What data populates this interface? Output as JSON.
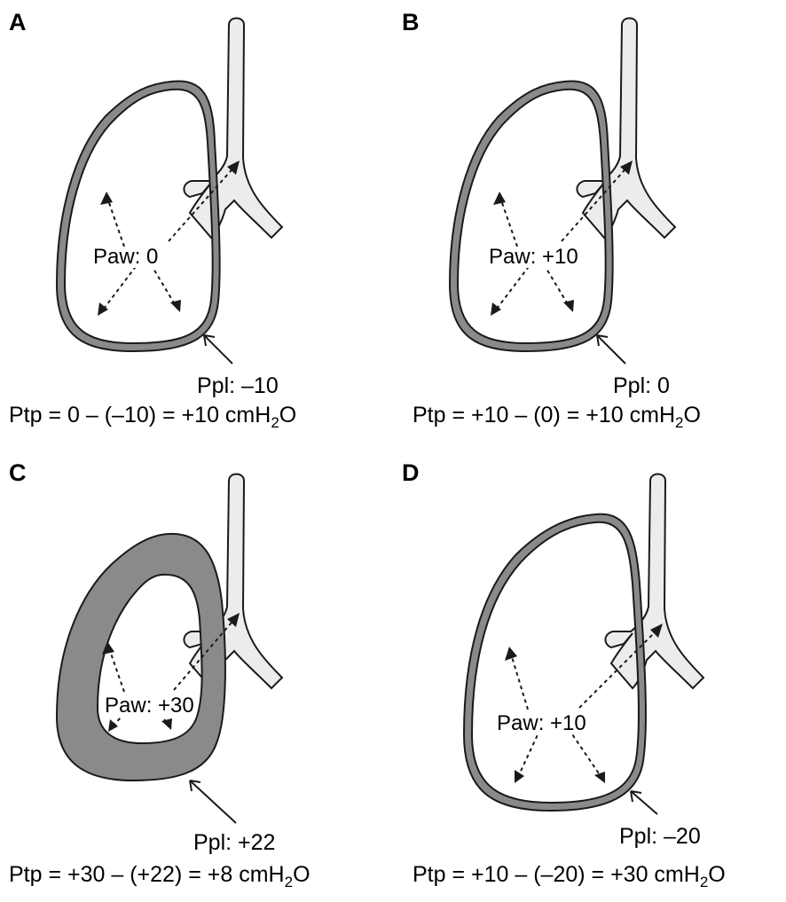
{
  "panels": [
    {
      "letter": "A",
      "paw": "Paw: 0",
      "ppl": "Ppl: –10",
      "ptp_main": "Ptp = 0 – (–10) = +10 cmH",
      "ptp_sub": "2",
      "ptp_end": "O"
    },
    {
      "letter": "B",
      "paw": "Paw: +10",
      "ppl": "Ppl: 0",
      "ptp_main": "Ptp = +10 – (0) = +10 cmH",
      "ptp_sub": "2",
      "ptp_end": "O"
    },
    {
      "letter": "C",
      "paw": "Paw: +30",
      "ppl": "Ppl: +22",
      "ptp_main": "Ptp = +30 – (+22) = +8 cmH",
      "ptp_sub": "2",
      "ptp_end": "O"
    },
    {
      "letter": "D",
      "paw": "Paw: +10",
      "ppl": "Ppl: –20",
      "ptp_main": "Ptp = +10 – (–20) = +30 cmH",
      "ptp_sub": "2",
      "ptp_end": "O"
    }
  ],
  "colors": {
    "pleura": "#8a8a8a",
    "airway": "#ececec",
    "stroke": "#1a1a1a"
  }
}
